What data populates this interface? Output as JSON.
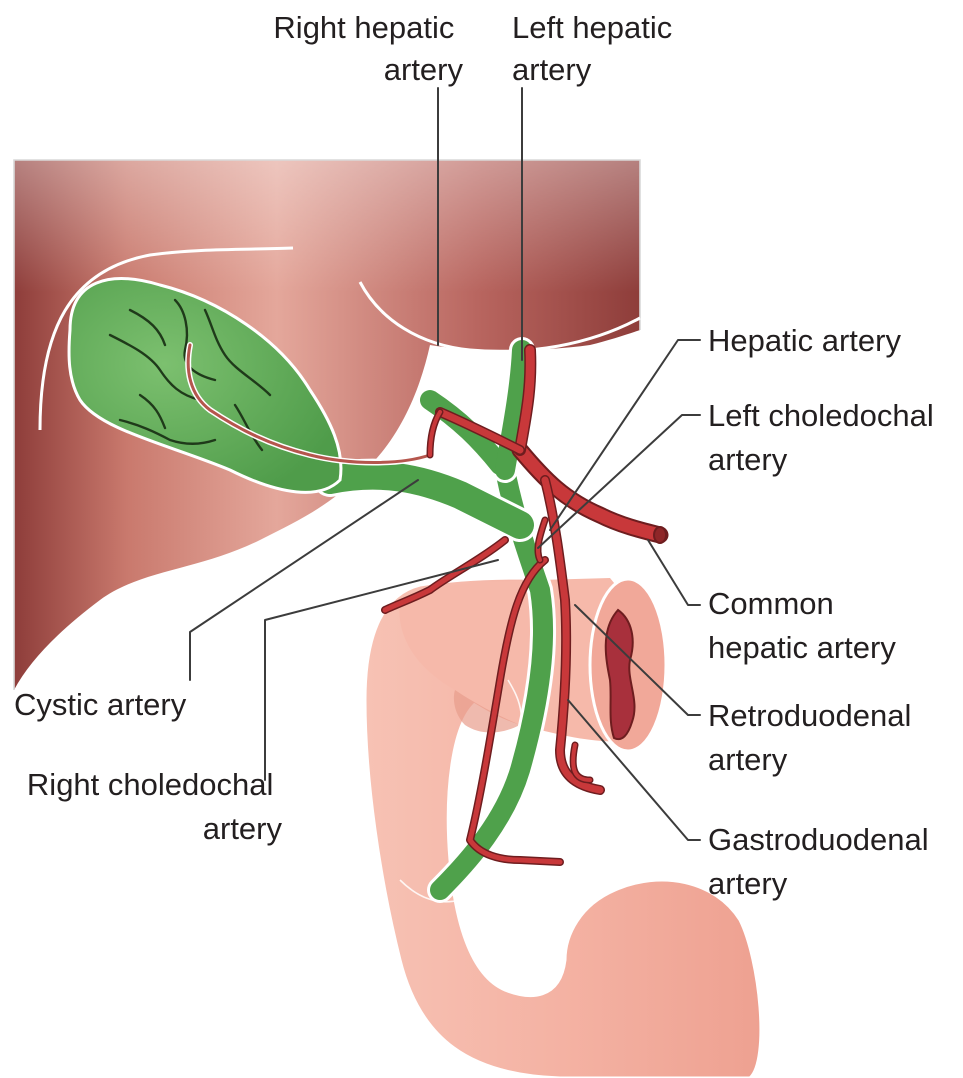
{
  "figure": {
    "labels": {
      "right_hepatic_artery": [
        "Right hepatic",
        "artery"
      ],
      "left_hepatic_artery": [
        "Left hepatic",
        "artery"
      ],
      "hepatic_artery": [
        "Hepatic artery"
      ],
      "left_choledochal_artery": [
        "Left choledochal",
        "artery"
      ],
      "common_hepatic_artery": [
        "Common",
        "hepatic artery"
      ],
      "retroduodenal_artery": [
        "Retroduodenal",
        "artery"
      ],
      "gastroduodenal_artery": [
        "Gastroduodenal",
        "artery"
      ],
      "cystic_artery": [
        "Cystic artery"
      ],
      "right_choledochal_artery": [
        "Right choledochal",
        "artery"
      ]
    },
    "colors": {
      "liver": "#b7645e",
      "liver_dark": "#8e3d3a",
      "liver_light": "#e4a79b",
      "gallbladder": "#5fae5a",
      "bile_duct": "#4fa14b",
      "artery": "#c8383a",
      "artery_dark": "#6e1d1f",
      "duodenum": "#f4b2a3",
      "duodenum_shade": "#e89c8c",
      "lumen": "#a8303c",
      "leader_line": "#3c3c3c",
      "text": "#231f20"
    }
  }
}
